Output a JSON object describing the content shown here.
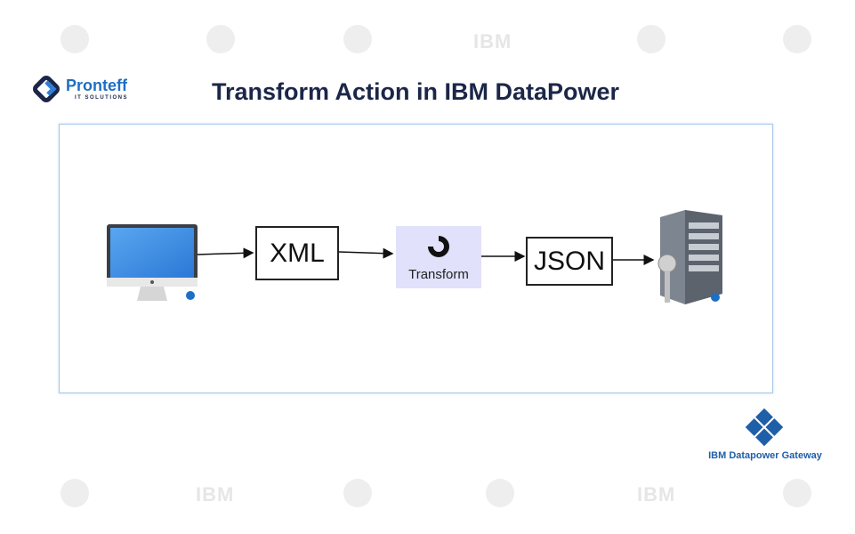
{
  "title": "Transform Action in IBM DataPower",
  "logo": {
    "name": "Pronteff",
    "tagline": "IT SOLUTIONS"
  },
  "watermark": "IBM",
  "diagram": {
    "nodes": [
      {
        "id": "client",
        "icon": "monitor-icon"
      },
      {
        "id": "xml",
        "label": "XML"
      },
      {
        "id": "transform",
        "label": "Transform",
        "icon": "transform-swirl-icon"
      },
      {
        "id": "json",
        "label": "JSON"
      },
      {
        "id": "server",
        "icon": "server-key-icon"
      }
    ],
    "edges": [
      [
        "client",
        "xml"
      ],
      [
        "xml",
        "transform"
      ],
      [
        "transform",
        "json"
      ],
      [
        "json",
        "server"
      ]
    ]
  },
  "badge": {
    "label": "IBM Datapower Gateway"
  },
  "colors": {
    "title": "#1b2648",
    "brand": "#1e6fc4",
    "transform_bg": "#e1e1fb",
    "frame": "#a9c7e6"
  }
}
